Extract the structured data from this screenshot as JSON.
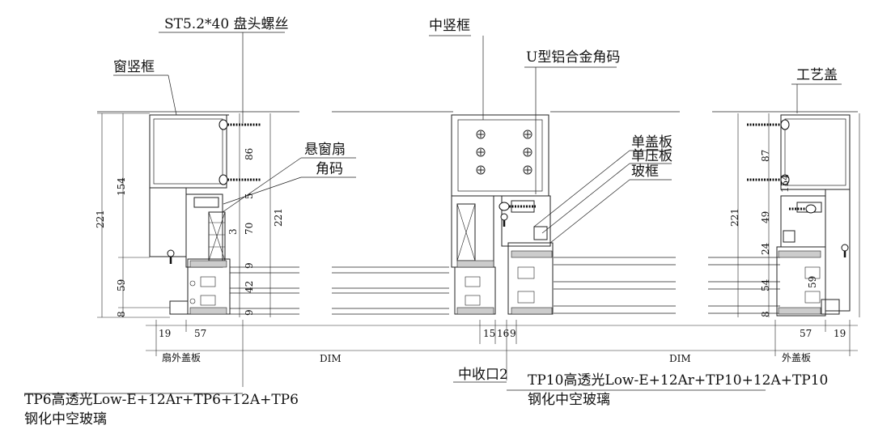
{
  "callouts": {
    "screw": "ST5.2*40 盘头螺丝",
    "window_mullion": "窗竖框",
    "center_mullion": "中竖框",
    "u_corner": "U型铝合金角码",
    "craft_cap": "工艺盖",
    "hung_sash": "悬窗扇",
    "corner_code": "角码",
    "single_cover": "单盖板",
    "single_press": "单压板",
    "glass_frame": "玻框",
    "sash_outer_cover": "扇外盖板",
    "outer_cover": "外盖板",
    "center_close": "中收口2"
  },
  "glass": {
    "left_line1": "TP6高透光Low-E+12Ar+TP6+12A+TP6",
    "left_line2": "钢化中空玻璃",
    "right_line1": "TP10高透光Low-E+12Ar+TP10+12A+TP10",
    "right_line2": "钢化中空玻璃"
  },
  "dims": {
    "d221a": "221",
    "d154a": "154",
    "d59": "59",
    "d8a": "8",
    "d86": "86",
    "d5": "5",
    "d70": "70",
    "d221b": "221",
    "d3": "3",
    "d9a": "9",
    "d42": "42",
    "d9b": "9",
    "d19a": "19",
    "d57a": "57",
    "dim_left": "DIM",
    "d15": "15",
    "d16": "16",
    "d9c": "9",
    "dim_right": "DIM",
    "d221c": "221",
    "d87": "87",
    "d154b": "154",
    "d49": "49",
    "d24": "24",
    "d54": "54",
    "d59b": "59",
    "d8b": "8",
    "d57b": "57",
    "d19b": "19"
  }
}
